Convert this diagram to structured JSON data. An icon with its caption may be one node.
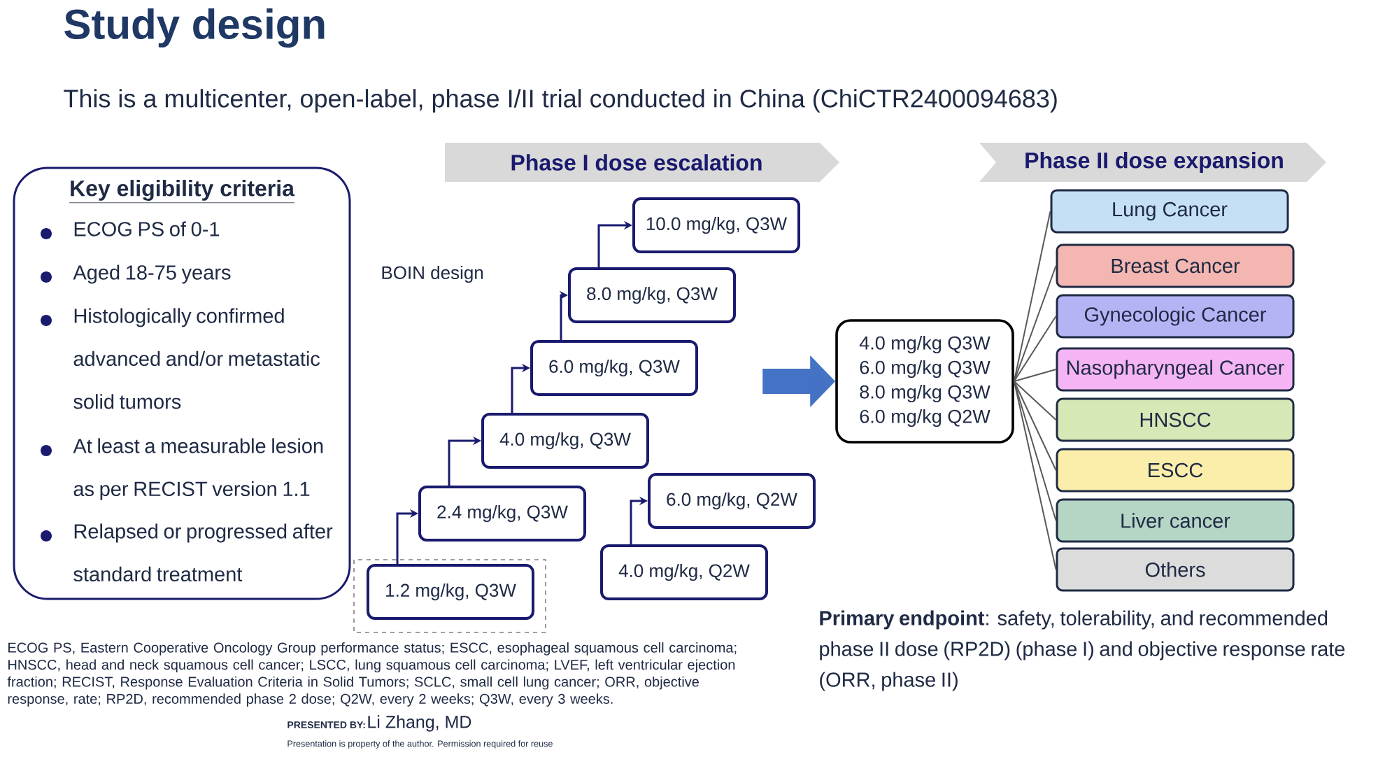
{
  "diagram": {
    "title": "Study design",
    "nodes": [
      {
        "text": [
          "Key eligibility criteria",
          "ECOG PS of 0-1",
          "Aged 18-75 years",
          "Histologically confirmed advanced and/or metastatic solid tumors",
          "At least a measurable lesion as per RECIST version 1.1",
          "Relapsed or progressed after standard treatment"
        ]
      },
      {
        "text": [
          "Phase I dose escalation"
        ]
      },
      {
        "text": [
          "Phase II dose expansion"
        ]
      },
      {
        "text": [
          "1.2 mg/kg, Q3W"
        ]
      },
      {
        "text": [
          "2.4 mg/kg, Q3W"
        ]
      },
      {
        "text": [
          "4.0 mg/kg, Q3W"
        ]
      },
      {
        "text": [
          "6.0 mg/kg, Q3W"
        ]
      },
      {
        "text": [
          "8.0 mg/kg, Q3W"
        ]
      },
      {
        "text": [
          "10.0 mg/kg, Q3W"
        ]
      },
      {
        "text": [
          "4.0 mg/kg, Q2W"
        ]
      },
      {
        "text": [
          "6.0 mg/kg, Q2W"
        ]
      },
      {
        "text": [
          "4.0 mg/kg Q3W",
          "6.0 mg/kg Q3W",
          "8.0 mg/kg Q3W",
          "6.0 mg/kg Q2W"
        ]
      },
      {
        "text": [
          "Lung Cancer"
        ]
      },
      {
        "text": [
          "Breast Cancer"
        ]
      },
      {
        "text": [
          "Gynecologic Cancer"
        ]
      },
      {
        "text": [
          "Nasopharyngeal Cancer"
        ]
      },
      {
        "text": [
          "HNSCC"
        ]
      },
      {
        "text": [
          "ESCC"
        ]
      },
      {
        "text": [
          "Liver cancer"
        ]
      },
      {
        "text": [
          "Others"
        ]
      }
    ],
    "edges": [
      {
        "from": 3,
        "to": 4,
        "arrow": "to"
      },
      {
        "from": 4,
        "to": 5,
        "arrow": "to"
      },
      {
        "from": 5,
        "to": 6,
        "arrow": "to"
      },
      {
        "from": 6,
        "to": 7,
        "arrow": "to"
      },
      {
        "from": 7,
        "to": 8,
        "arrow": "to"
      },
      {
        "from": 9,
        "to": 10,
        "arrow": "to"
      },
      {
        "from": null,
        "to": 11,
        "arrow": "to",
        "style": "thick",
        "color": "#4472c4"
      },
      {
        "from": 11,
        "to": 12,
        "arrow": "none"
      },
      {
        "from": 11,
        "to": 13,
        "arrow": "none"
      },
      {
        "from": 11,
        "to": 14,
        "arrow": "none"
      },
      {
        "from": 11,
        "to": 15,
        "arrow": "none"
      },
      {
        "from": 11,
        "to": 16,
        "arrow": "none"
      },
      {
        "from": 11,
        "to": 17,
        "arrow": "none"
      },
      {
        "from": 11,
        "to": 18,
        "arrow": "none"
      },
      {
        "from": 11,
        "to": 19,
        "arrow": "none"
      }
    ],
    "labels": [
      "This is a multicenter, open-label, phase I/II trial conducted in China (ChiCTR2400094683)",
      "BOIN design",
      "**Primary endpoint**: safety, tolerability, and recommended phase II dose (RP2D) (phase I) and objective response rate (ORR, phase II)",
      "ECOG PS, Eastern Cooperative Oncology Group performance status; ESCC, esophageal squamous cell carcinoma; HNSCC, head and neck squamous cell cancer; LSCC, lung squamous cell carcinoma; LVEF, left ventricular ejection fraction; RECIST, Response Evaluation Criteria in Solid Tumors; SCLC, small cell lung cancer; ORR, objective response, rate; RP2D, recommended phase 2 dose; Q2W, every 2 weeks; Q3W, every 3 weeks.",
      "PRESENTED BY:",
      "Li Zhang, MD",
      "Presentation is property of the author. Permission required for reuse"
    ]
  }
}
